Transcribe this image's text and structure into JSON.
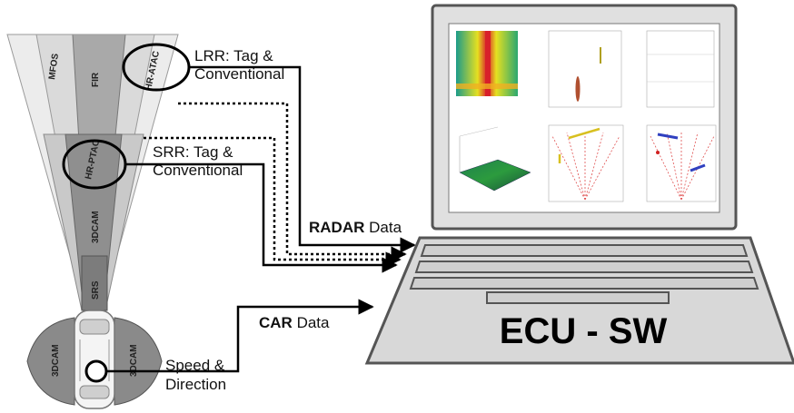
{
  "sensors": {
    "mfos": "MFOS",
    "fir": "FIR",
    "hr_atac": "HR-ATAC",
    "hr_ptac": "HR-PTAC",
    "cam3d_front": "3DCAM",
    "srs": "SRS",
    "cam3d_left": "3DCAM",
    "cam3d_right": "3DCAM"
  },
  "labels": {
    "lrr_line1": "LRR: Tag &",
    "lrr_line2": "Conventional",
    "srr_line1": "SRR: Tag &",
    "srr_line2": "Conventional",
    "radar_bold": "RADAR",
    "radar_rest": " Data",
    "car_bold": "CAR",
    "car_rest": " Data",
    "speed_line1": "Speed &",
    "speed_line2": "Direction"
  },
  "ecu": {
    "title": "ECU - SW"
  },
  "colors": {
    "cone_light": "#e6e6e6",
    "cone_mid": "#cfcfcf",
    "cone_dark": "#8a8a8a",
    "laptop_body": "#d9d9d9",
    "screen_bezel": "#5a5a5a",
    "heatmap_hot": "#c8102e",
    "heatmap_cool": "#1f9a5a"
  }
}
